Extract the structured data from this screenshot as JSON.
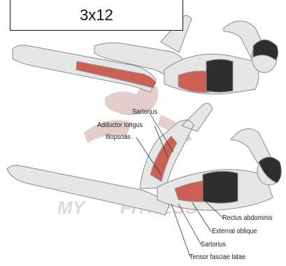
{
  "reps": "3x12",
  "watermark": {
    "line1": "MY",
    "line2": "FITNESS"
  },
  "muscle_labels": [
    "Sartorius",
    "Adductor longus",
    "Iliopsoas",
    "Rectus abdominis",
    "External oblique",
    "Sartorius",
    "Tensor fasciae latae"
  ],
  "colors": {
    "skin": "#e6e6e6",
    "skin_outline": "#8a8a8a",
    "muscle_highlight": "#c8493c",
    "clothing": "#2e2e2e",
    "watermark": "#d9a3a3",
    "leader_line": "#222222"
  }
}
